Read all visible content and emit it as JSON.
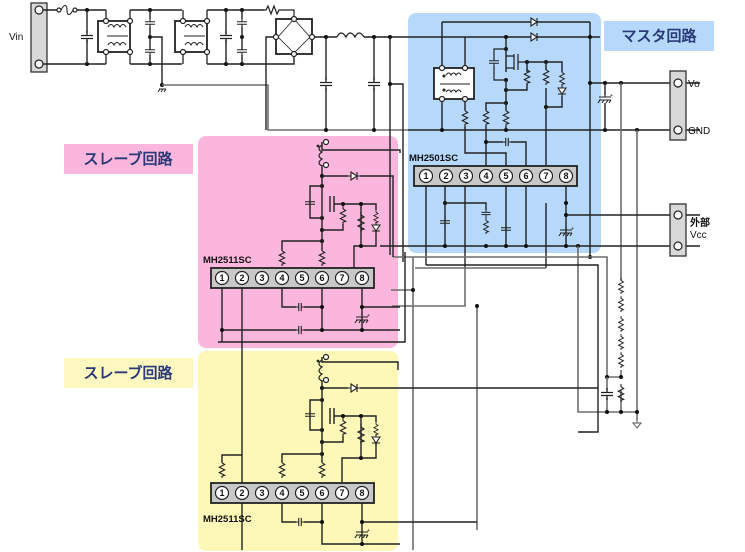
{
  "diagram": {
    "title": "Parallel operation circuit: master + slave modules",
    "colors": {
      "master_region": "#b5d8fb",
      "slave1_region": "#fbb6dd",
      "slave2_region": "#fdf8b8",
      "master_label_bg": "#b5d8fb",
      "slave1_label_bg": "#fbb6dd",
      "slave2_label_bg": "#fdf8c0",
      "label_text": "#2a3a78",
      "connector_fill": "#d8d8d8",
      "chip_fill": "#c8c8c8"
    },
    "sections": {
      "master": {
        "label": "マスタ回路",
        "chip": "MH2501SC"
      },
      "slave1": {
        "label": "スレーブ回路",
        "chip": "MH2511SC"
      },
      "slave2": {
        "label": "スレーブ回路",
        "chip": "MH2511SC"
      }
    },
    "pins": [
      "①",
      "②",
      "③",
      "④",
      "⑤",
      "⑥",
      "⑦",
      "⑧"
    ],
    "connectors": {
      "input": {
        "label": "Vin"
      },
      "vo": {
        "label": "Vo"
      },
      "gnd": {
        "label": "GND"
      },
      "ext_vcc_line1": "外部",
      "ext_vcc_line2": "Vcc"
    },
    "icons": [
      "fuse-icon",
      "common-mode-choke-icon",
      "bridge-rectifier-icon",
      "inductor-icon",
      "transformer-icon",
      "mosfet-icon",
      "diode-icon",
      "resistor-icon",
      "capacitor-icon",
      "electrolytic-capacitor-icon",
      "ground-icon",
      "chassis-ground-icon"
    ]
  }
}
